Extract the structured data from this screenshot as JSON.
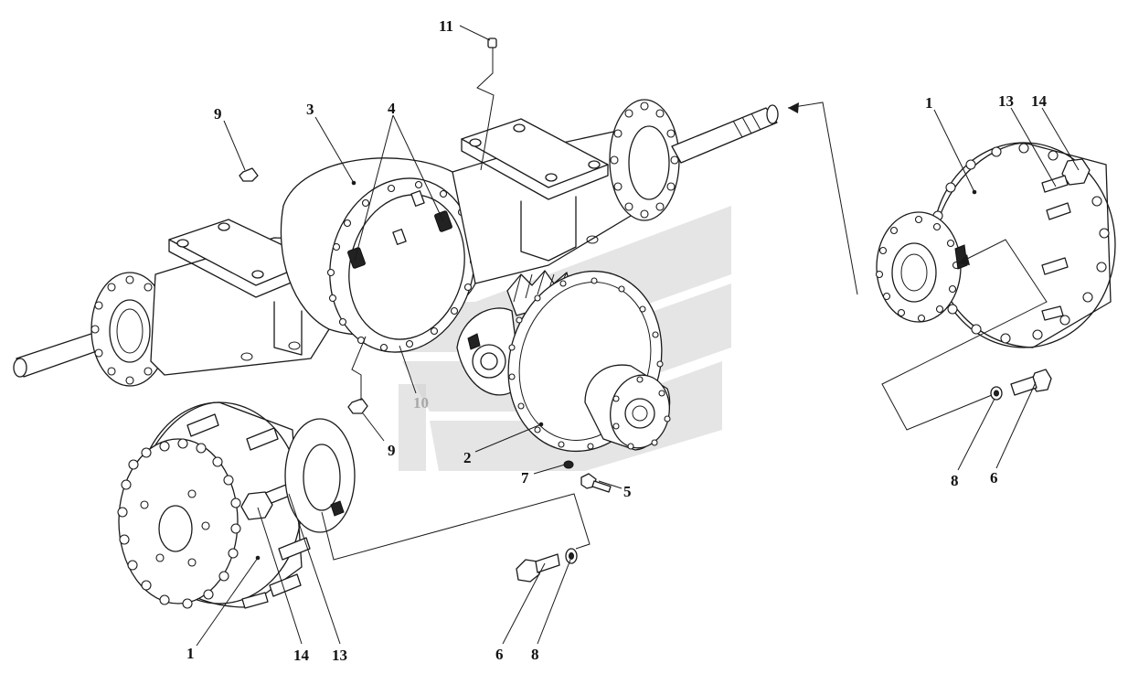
{
  "labels": [
    {
      "key": "l11",
      "text": "11"
    },
    {
      "key": "l9a",
      "text": "9"
    },
    {
      "key": "l3",
      "text": "3"
    },
    {
      "key": "l4",
      "text": "4"
    },
    {
      "key": "l1r",
      "text": "1"
    },
    {
      "key": "l13r",
      "text": "13"
    },
    {
      "key": "l14r",
      "text": "14"
    },
    {
      "key": "l10",
      "text": "10"
    },
    {
      "key": "l9b",
      "text": "9"
    },
    {
      "key": "l2",
      "text": "2"
    },
    {
      "key": "l7",
      "text": "7"
    },
    {
      "key": "l5",
      "text": "5"
    },
    {
      "key": "l8r",
      "text": "8"
    },
    {
      "key": "l6r",
      "text": "6"
    },
    {
      "key": "l1l",
      "text": "1"
    },
    {
      "key": "l14l",
      "text": "14"
    },
    {
      "key": "l13l",
      "text": "13"
    },
    {
      "key": "l6b",
      "text": "6"
    },
    {
      "key": "l8b",
      "text": "8"
    }
  ],
  "colors": {
    "line": "#1a1a1a",
    "watermark": "#cfcfcf",
    "background": "#ffffff"
  }
}
